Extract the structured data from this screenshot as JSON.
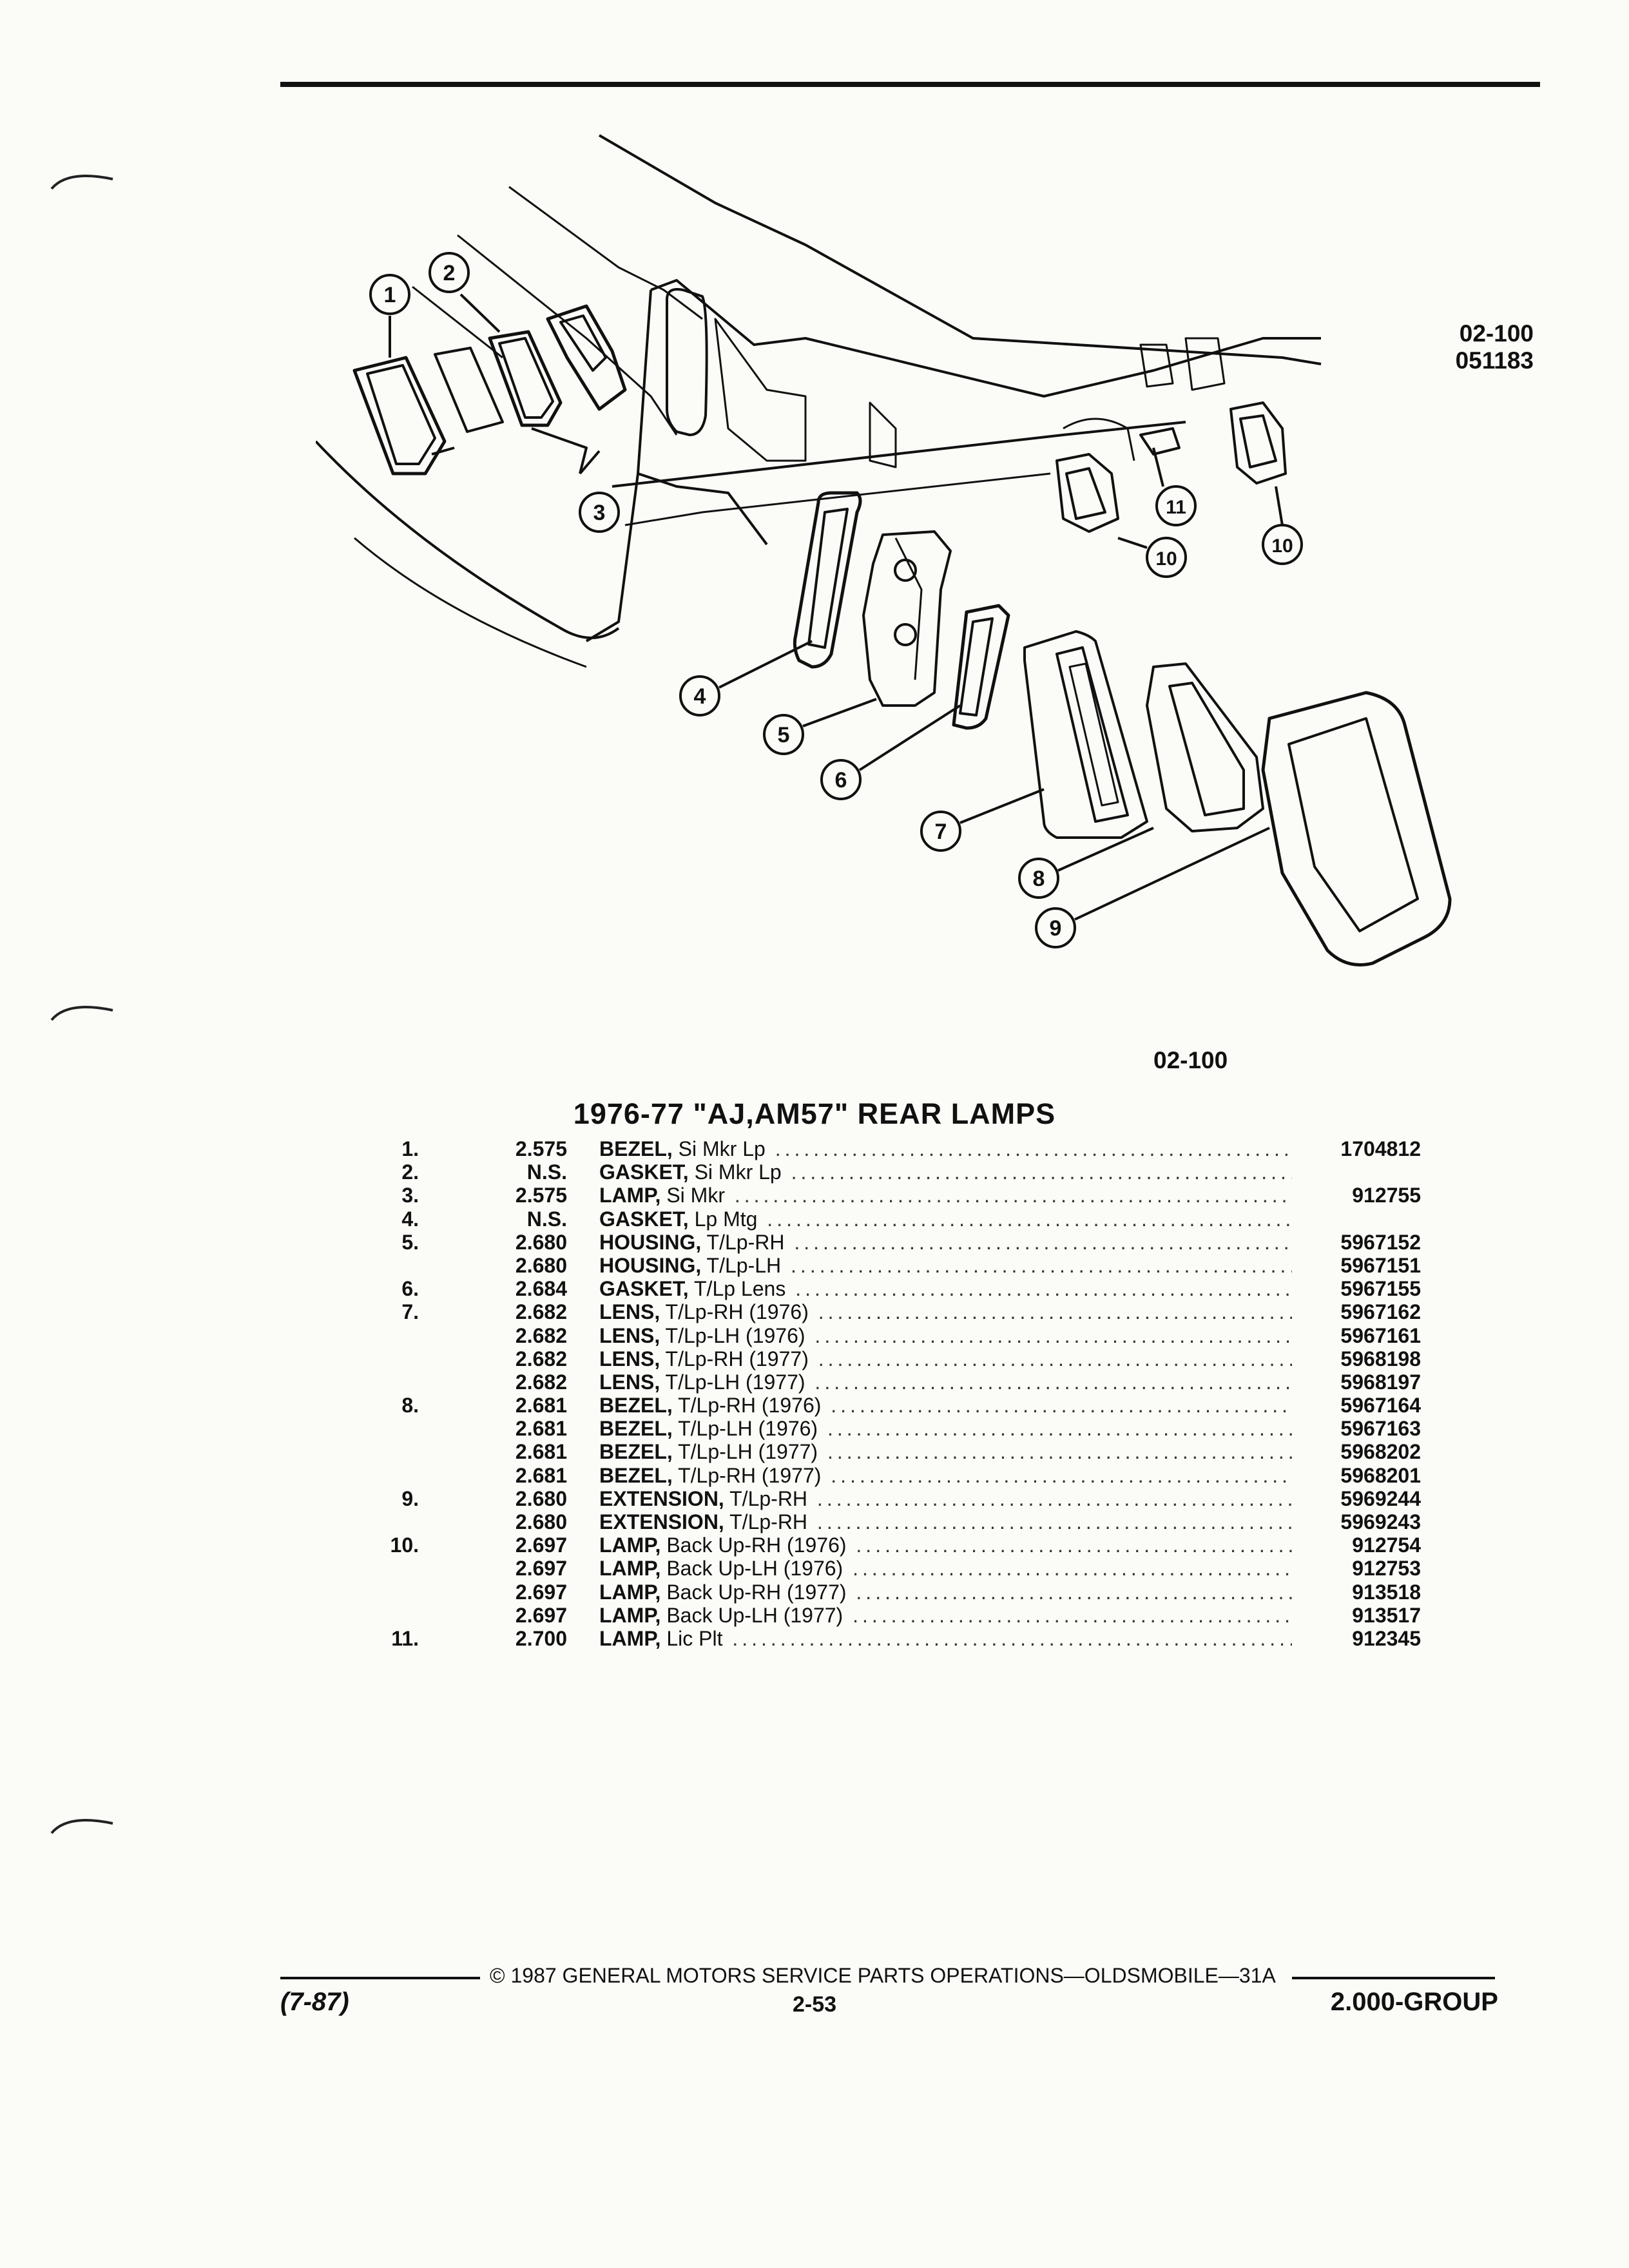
{
  "figure": {
    "code_right_line1": "02-100",
    "code_right_line2": "051183",
    "code_bottom": "02-100",
    "callouts": [
      "1",
      "2",
      "3",
      "4",
      "5",
      "6",
      "7",
      "8",
      "9",
      "10",
      "11",
      "10"
    ]
  },
  "title": "1976-77 \"AJ,AM57\" REAR LAMPS",
  "parts": [
    {
      "num": "1.",
      "group": "2.575",
      "name": "BEZEL,",
      "detail": "Si Mkr Lp",
      "part": "1704812"
    },
    {
      "num": "2.",
      "group": "N.S.",
      "name": "GASKET,",
      "detail": "Si Mkr Lp",
      "part": ""
    },
    {
      "num": "3.",
      "group": "2.575",
      "name": "LAMP,",
      "detail": "Si Mkr",
      "part": "912755"
    },
    {
      "num": "4.",
      "group": "N.S.",
      "name": "GASKET,",
      "detail": "Lp Mtg",
      "part": ""
    },
    {
      "num": "5.",
      "group": "2.680",
      "name": "HOUSING,",
      "detail": "T/Lp-RH",
      "part": "5967152"
    },
    {
      "num": "",
      "group": "2.680",
      "name": "HOUSING,",
      "detail": "T/Lp-LH",
      "part": "5967151"
    },
    {
      "num": "6.",
      "group": "2.684",
      "name": "GASKET,",
      "detail": "T/Lp Lens",
      "part": "5967155"
    },
    {
      "num": "7.",
      "group": "2.682",
      "name": "LENS,",
      "detail": "T/Lp-RH (1976)",
      "part": "5967162"
    },
    {
      "num": "",
      "group": "2.682",
      "name": "LENS,",
      "detail": "T/Lp-LH (1976)",
      "part": "5967161"
    },
    {
      "num": "",
      "group": "2.682",
      "name": "LENS,",
      "detail": "T/Lp-RH (1977)",
      "part": "5968198"
    },
    {
      "num": "",
      "group": "2.682",
      "name": "LENS,",
      "detail": "T/Lp-LH (1977)",
      "part": "5968197"
    },
    {
      "num": "8.",
      "group": "2.681",
      "name": "BEZEL,",
      "detail": "T/Lp-RH (1976)",
      "part": "5967164"
    },
    {
      "num": "",
      "group": "2.681",
      "name": "BEZEL,",
      "detail": "T/Lp-LH (1976)",
      "part": "5967163"
    },
    {
      "num": "",
      "group": "2.681",
      "name": "BEZEL,",
      "detail": "T/Lp-LH (1977)",
      "part": "5968202"
    },
    {
      "num": "",
      "group": "2.681",
      "name": "BEZEL,",
      "detail": "T/Lp-RH (1977)",
      "part": "5968201"
    },
    {
      "num": "9.",
      "group": "2.680",
      "name": "EXTENSION,",
      "detail": "T/Lp-RH",
      "part": "5969244"
    },
    {
      "num": "",
      "group": "2.680",
      "name": "EXTENSION,",
      "detail": "T/Lp-RH",
      "part": "5969243"
    },
    {
      "num": "10.",
      "group": "2.697",
      "name": "LAMP,",
      "detail": "Back Up-RH (1976)",
      "part": "912754"
    },
    {
      "num": "",
      "group": "2.697",
      "name": "LAMP,",
      "detail": "Back Up-LH (1976)",
      "part": "912753"
    },
    {
      "num": "",
      "group": "2.697",
      "name": "LAMP,",
      "detail": "Back Up-RH (1977)",
      "part": "913518"
    },
    {
      "num": "",
      "group": "2.697",
      "name": "LAMP,",
      "detail": "Back Up-LH (1977)",
      "part": "913517"
    },
    {
      "num": "11.",
      "group": "2.700",
      "name": "LAMP,",
      "detail": "Lic Plt",
      "part": "912345"
    }
  ],
  "footer": {
    "copyright": "© 1987 GENERAL MOTORS SERVICE PARTS OPERATIONS—OLDSMOBILE—31A",
    "date_code": "(7-87)",
    "page": "2-53",
    "group": "2.000-GROUP"
  }
}
